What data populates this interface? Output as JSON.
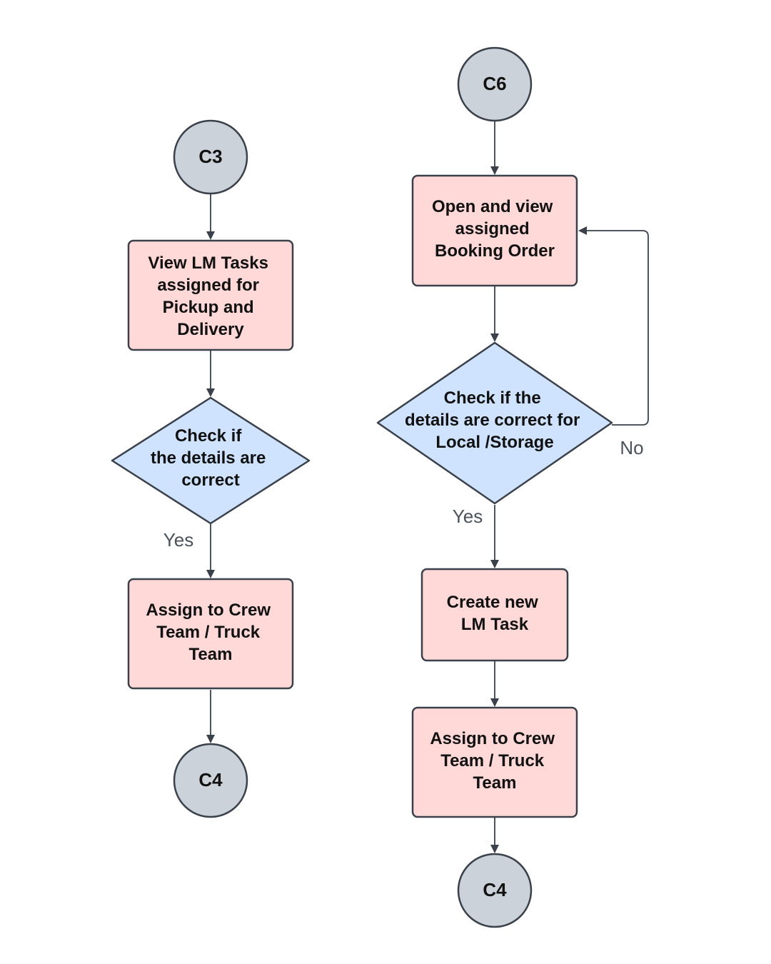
{
  "nodes": {
    "c3": {
      "label": "C3"
    },
    "view_lm_tasks": {
      "lines": [
        "View LM Tasks",
        "assigned for",
        "Pickup and",
        "Delivery"
      ]
    },
    "check_details": {
      "lines": [
        "Check if",
        "the details are",
        "correct"
      ]
    },
    "assign_left": {
      "lines": [
        "Assign to Crew",
        "Team / Truck",
        "Team"
      ]
    },
    "c4_left": {
      "label": "C4"
    },
    "c6": {
      "label": "C6"
    },
    "open_booking": {
      "lines": [
        "Open and view",
        "assigned",
        "Booking Order"
      ]
    },
    "check_local": {
      "lines": [
        "Check if the",
        "details are correct for",
        "Local /Storage"
      ]
    },
    "create_task": {
      "lines": [
        "Create new",
        "LM Task"
      ]
    },
    "assign_right": {
      "lines": [
        "Assign to Crew",
        "Team / Truck",
        "Team"
      ]
    },
    "c4_right": {
      "label": "C4"
    }
  },
  "edge_labels": {
    "yes_left": "Yes",
    "yes_right": "Yes",
    "no_right": "No"
  },
  "colors": {
    "connector_fill": "#ccd2d9",
    "process_fill": "#ffd8d8",
    "decision_fill": "#cfe3ff",
    "stroke": "#3a414a",
    "edge_label": "#4a525c"
  }
}
